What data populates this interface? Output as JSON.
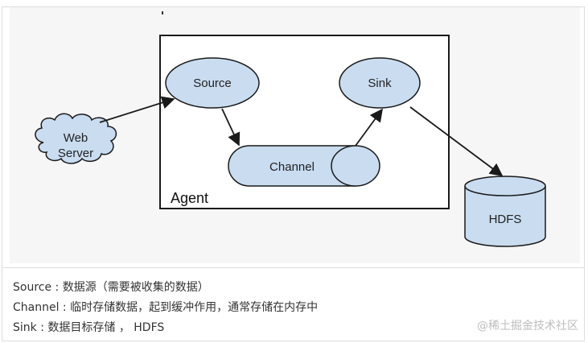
{
  "diagram": {
    "agent_label": "Agent",
    "nodes": {
      "source": "Source",
      "sink": "Sink",
      "channel": "Channel",
      "web_server_line1": "Web",
      "web_server_line2": "Server",
      "hdfs": "HDFS"
    },
    "colors": {
      "node_fill": "#c9dcf0",
      "stroke": "#1a1a1a",
      "panel_bg": "#f6f6f6"
    }
  },
  "caption": {
    "lines": [
      "Source : 数据源（需要被收集的数据）",
      "Channel : 临时存储数据，起到缓冲作用，通常存储在内存中",
      "Sink : 数据目标存储 ， HDFS"
    ]
  },
  "watermark": "@稀土掘金技术社区"
}
